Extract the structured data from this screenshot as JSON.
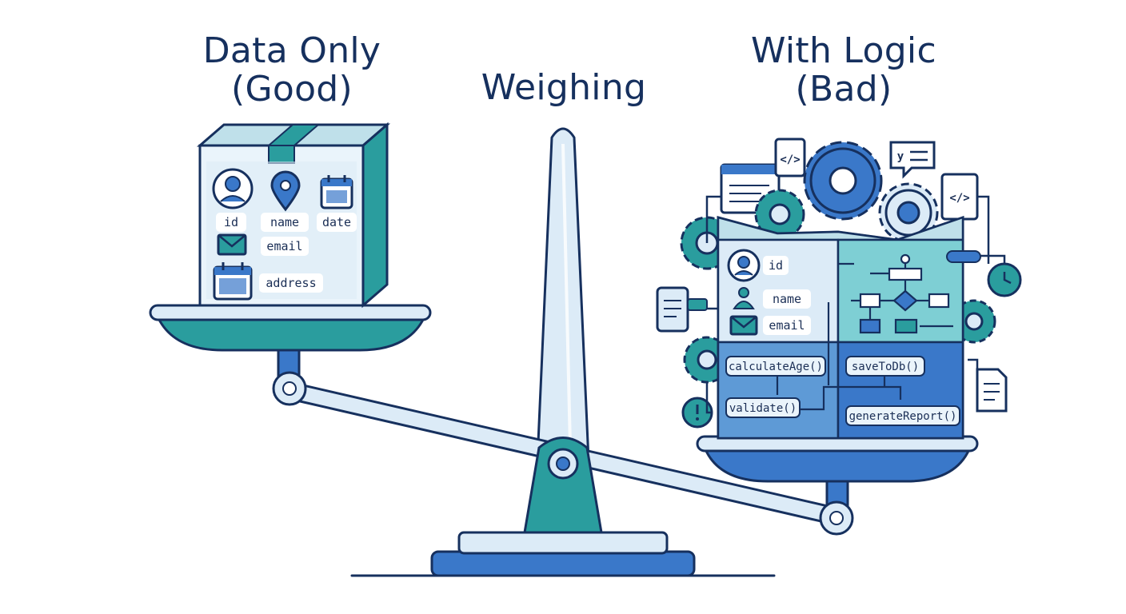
{
  "headings": {
    "left_line1": "Data Only",
    "left_line2": "(Good)",
    "middle": "Weighing",
    "right_line1": "With Logic",
    "right_line2": "(Bad)"
  },
  "left_box": {
    "fields": [
      "id",
      "name",
      "date",
      "email",
      "address"
    ]
  },
  "right_box": {
    "fields": [
      "id",
      "name",
      "email"
    ],
    "methods": [
      "calculateAge()",
      "validate()",
      "saveToDb()",
      "generateReport()"
    ]
  },
  "colors": {
    "outline": "#16305e",
    "teal": "#2a9d9e",
    "blue": "#3a78c9",
    "light_blue": "#dcebf7",
    "pale": "#eaf4fb"
  }
}
